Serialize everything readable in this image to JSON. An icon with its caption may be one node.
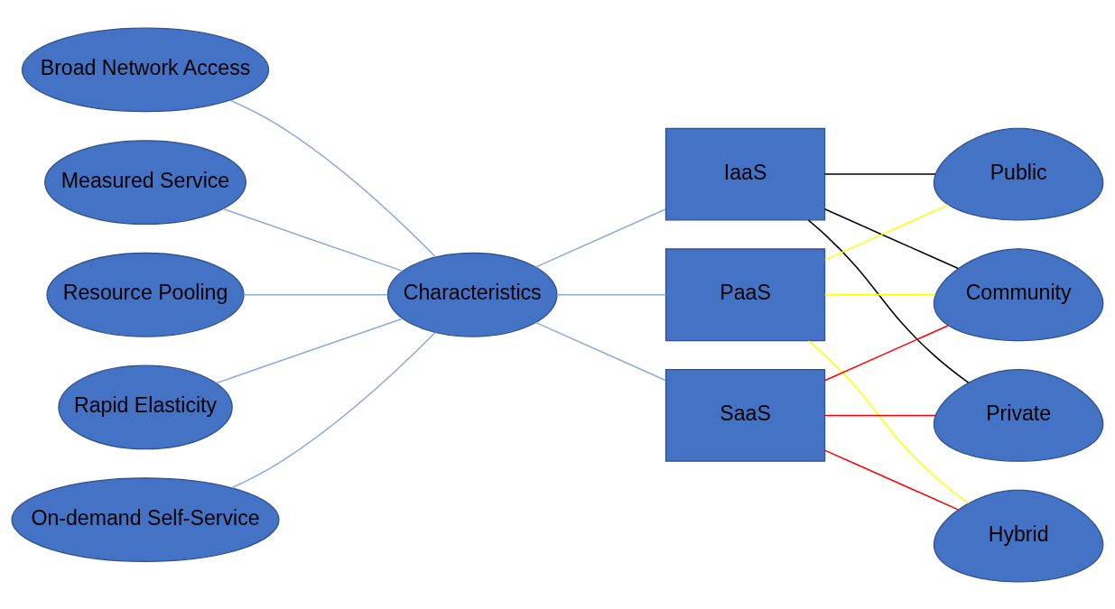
{
  "diagram": {
    "nodes": [
      {
        "text": [
          "Broad Network Access"
        ]
      },
      {
        "text": [
          "Measured Service"
        ]
      },
      {
        "text": [
          "Resource Pooling"
        ]
      },
      {
        "text": [
          "Characteristics"
        ]
      },
      {
        "text": [
          "Rapid Elasticity"
        ]
      },
      {
        "text": [
          "On-demand Self-Service"
        ]
      },
      {
        "text": [
          "IaaS"
        ]
      },
      {
        "text": [
          "PaaS"
        ]
      },
      {
        "text": [
          "SaaS"
        ]
      },
      {
        "text": [
          "Public"
        ]
      },
      {
        "text": [
          "Private"
        ]
      },
      {
        "text": [
          "Community"
        ]
      },
      {
        "text": [
          "Hybrid"
        ]
      }
    ],
    "edges": [
      {
        "from": 0,
        "to": 3,
        "arrow": "none"
      },
      {
        "from": 1,
        "to": 3,
        "arrow": "none"
      },
      {
        "from": 2,
        "to": 3,
        "arrow": "none"
      },
      {
        "from": 4,
        "to": 3,
        "arrow": "none"
      },
      {
        "from": 5,
        "to": 3,
        "arrow": "none"
      },
      {
        "from": 3,
        "to": 6,
        "arrow": "none"
      },
      {
        "from": 3,
        "to": 7,
        "arrow": "none"
      },
      {
        "from": 3,
        "to": 8,
        "arrow": "none"
      },
      {
        "from": 6,
        "to": 9,
        "arrow": "none",
        "color": "#000000"
      },
      {
        "from": 6,
        "to": 10,
        "arrow": "none",
        "color": "#000000"
      },
      {
        "from": 6,
        "to": 11,
        "arrow": "none",
        "color": "#000000"
      },
      {
        "from": 7,
        "to": 9,
        "arrow": "none",
        "color": "#ffff00"
      },
      {
        "from": 7,
        "to": 11,
        "arrow": "none",
        "color": "#ffff00"
      },
      {
        "from": 7,
        "to": 12,
        "arrow": "none",
        "color": "#ffff00"
      },
      {
        "from": 8,
        "to": 10,
        "arrow": "none",
        "color": "#ff0000"
      },
      {
        "from": 8,
        "to": 11,
        "arrow": "none",
        "color": "#ff0000"
      },
      {
        "from": 8,
        "to": 12,
        "arrow": "none",
        "color": "#ff0000"
      }
    ]
  }
}
